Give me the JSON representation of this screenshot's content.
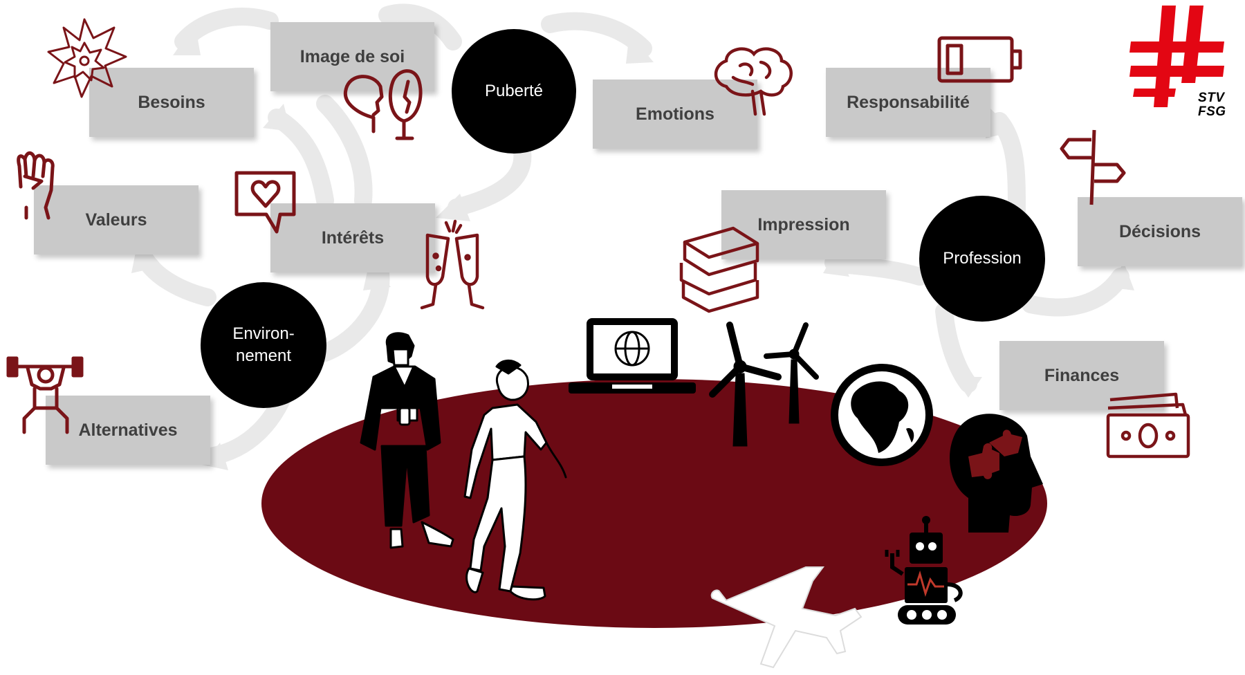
{
  "diagram": {
    "hubs": {
      "puberty": "Puberté",
      "environment_line1": "Environ-",
      "environment_line2": "nement",
      "profession": "Profession"
    },
    "boxes": {
      "image_de_soi": "Image de soi",
      "besoins": "Besoins",
      "emotions": "Emotions",
      "valeurs": "Valeurs",
      "interets": "Intérêts",
      "alternatives": "Alternatives",
      "responsabilite": "Responsabilité",
      "impression": "Impression",
      "decisions": "Décisions",
      "finances": "Finances"
    },
    "colors": {
      "accent_red": "#e30613",
      "dark_red": "#6b0a14",
      "icon_red": "#7a1418",
      "box_gray": "#c9c9c9",
      "arrow_gray": "#e8e8e8"
    },
    "logo": {
      "line1": "STV",
      "line2": "FSG"
    },
    "icons": [
      "starburst-icon",
      "two-heads-icon",
      "brain-icon",
      "battery-icon",
      "swiss-cross-logo",
      "fist-icon",
      "heart-speech-icon",
      "champagne-glasses-icon",
      "signpost-icon",
      "books-icon",
      "weightlifter-icon",
      "money-icon",
      "laptop-globe-icon",
      "wind-turbines-icon",
      "globe-icon",
      "puzzle-head-icon",
      "robot-icon",
      "airplane-icon",
      "man-figure",
      "woman-figure"
    ]
  }
}
